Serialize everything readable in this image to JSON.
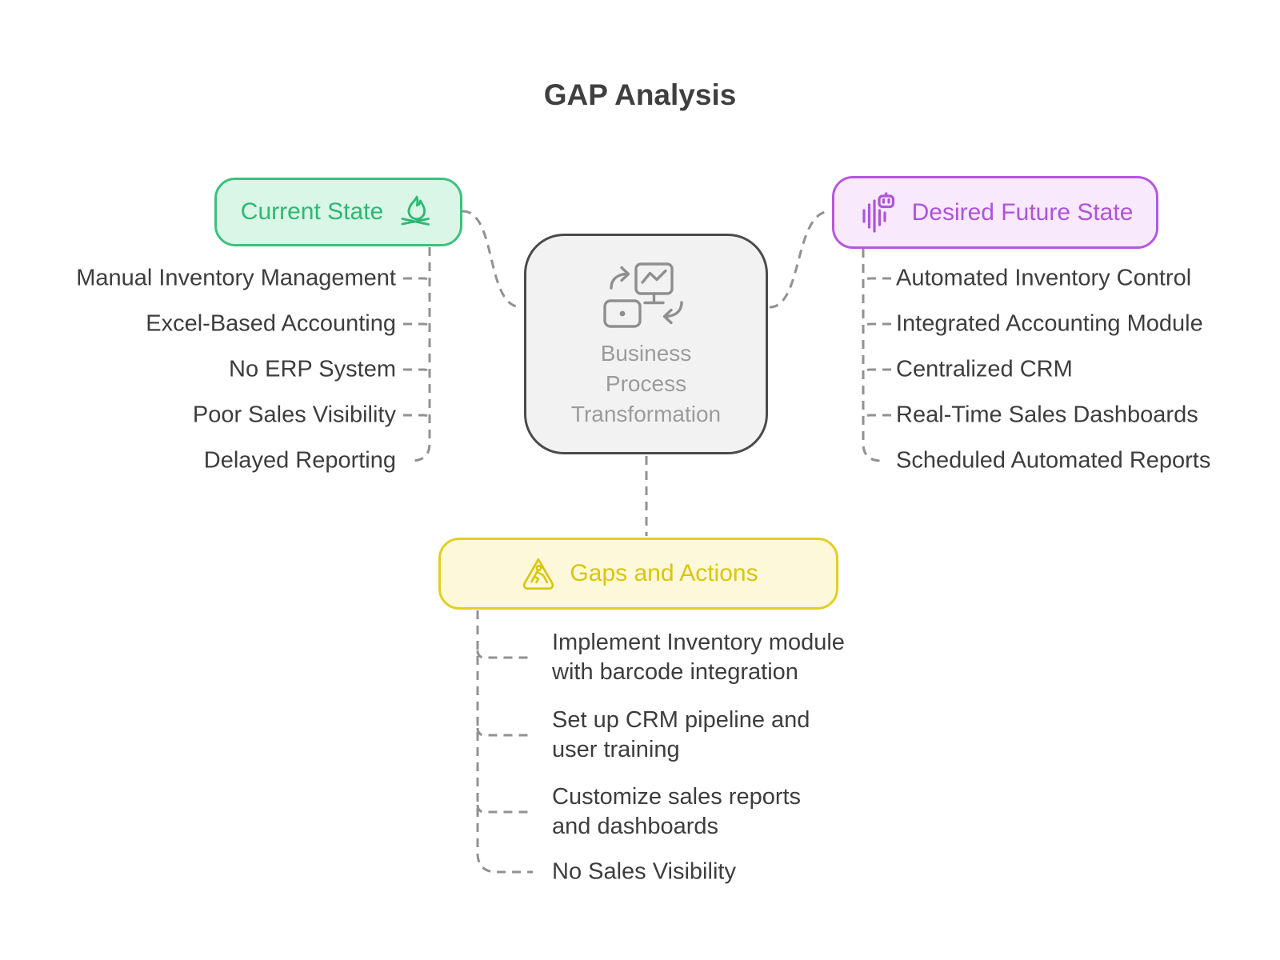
{
  "title": "GAP Analysis",
  "colors": {
    "title_text": "#3f3f3f",
    "item_text": "#3d3d3d",
    "connector": "#919191",
    "green_fill": "#d9f6e6",
    "green_border": "#3cc17e",
    "green_text": "#2db873",
    "purple_fill": "#f8e9fd",
    "purple_border": "#b558dd",
    "purple_text": "#b052da",
    "yellow_fill": "#fdf8da",
    "yellow_border": "#e2ce24",
    "yellow_text": "#d9c608",
    "center_fill": "#f2f2f2",
    "center_border": "#4b4b4b",
    "center_text": "#9b9b9b",
    "center_icon": "#8f8f8f"
  },
  "nodes": {
    "current_state": {
      "label": "Current State",
      "icon": "campfire-icon"
    },
    "future_state": {
      "label": "Desired Future State",
      "icon": "ai-waveform-robot-icon"
    },
    "center": {
      "label": "Business Process Transformation",
      "icon": "process-transformation-icon"
    },
    "gaps": {
      "label": "Gaps and Actions",
      "icon": "roadwork-warning-icon"
    }
  },
  "current_state_items": [
    "Manual Inventory Management",
    "Excel-Based Accounting",
    "No ERP System",
    "Poor Sales Visibility",
    "Delayed Reporting"
  ],
  "future_state_items": [
    "Automated Inventory Control",
    "Integrated Accounting Module",
    "Centralized CRM",
    "Real-Time Sales Dashboards",
    "Scheduled Automated Reports"
  ],
  "gaps_items": [
    {
      "text": "Implement Inventory module with barcode integration",
      "line1": "Implement Inventory module",
      "line2": "with barcode integration"
    },
    {
      "text": "Set up CRM pipeline and user training",
      "line1": "Set up CRM pipeline and",
      "line2": "user training"
    },
    {
      "text": "Customize sales reports and dashboards",
      "line1": "Customize sales reports",
      "line2": "and dashboards"
    },
    {
      "text": "No Sales Visibility",
      "line1": "No Sales Visibility",
      "line2": ""
    }
  ]
}
